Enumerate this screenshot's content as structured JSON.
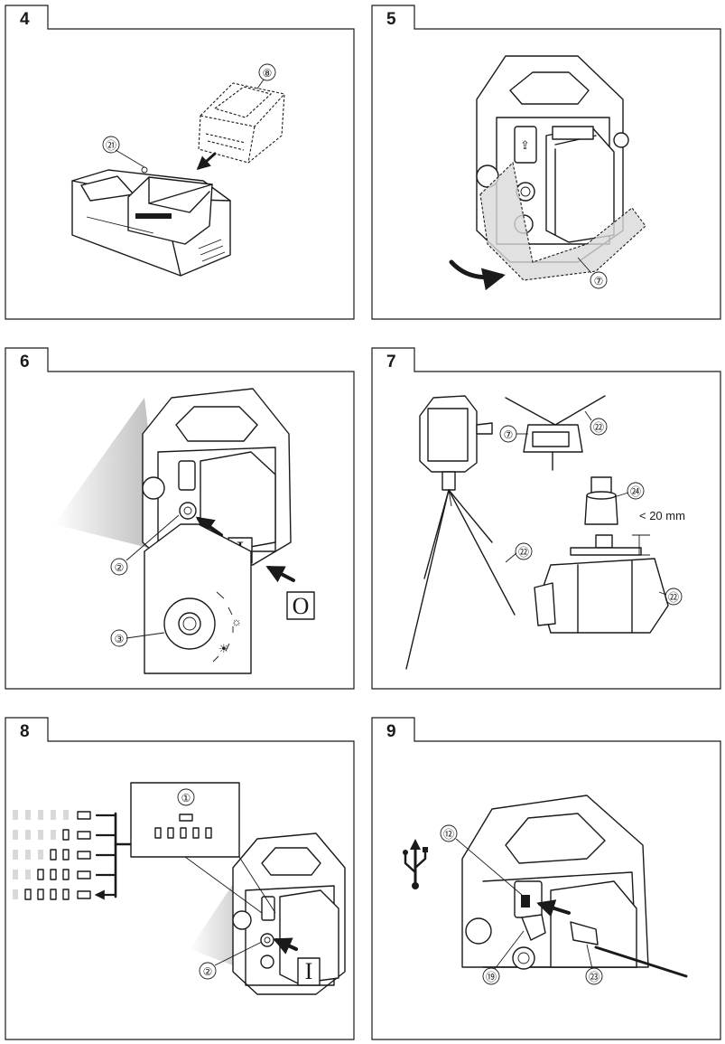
{
  "panels": [
    {
      "number": "4",
      "callouts": [
        "⑧",
        "㉑"
      ]
    },
    {
      "number": "5",
      "callouts": [
        "⑦"
      ]
    },
    {
      "number": "6",
      "callouts": [
        "②",
        "③"
      ],
      "switch_on": "I",
      "switch_off": "O"
    },
    {
      "number": "7",
      "callouts": [
        "⑦",
        "㉒",
        "㉔",
        "㉒",
        "㉒"
      ],
      "dimension": "< 20 mm"
    },
    {
      "number": "8",
      "callouts": [
        "①",
        "②"
      ],
      "switch_on": "I"
    },
    {
      "number": "9",
      "callouts": [
        "⑫",
        "⑲",
        "㉓"
      ]
    }
  ],
  "icons": {
    "usb": "usb-icon"
  }
}
